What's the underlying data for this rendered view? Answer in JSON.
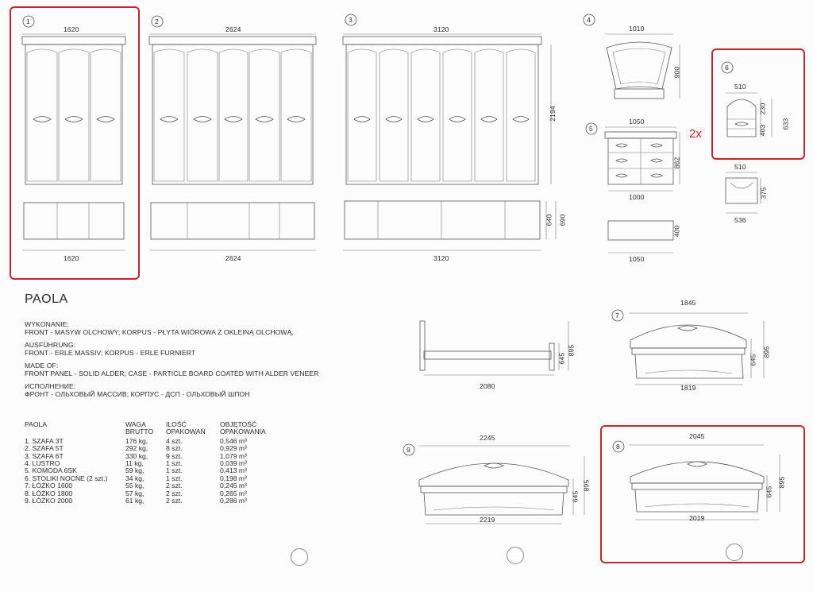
{
  "items": [
    {
      "num": "1",
      "width_top": "1620",
      "width_bottom": "1620"
    },
    {
      "num": "2",
      "width_top": "2624",
      "width_bottom": "2624"
    },
    {
      "num": "3",
      "width_top": "3120",
      "width_bottom": "3120",
      "height": "2194",
      "low_h1": "640",
      "low_h2": "690"
    },
    {
      "num": "4",
      "width": "1010",
      "height": "900"
    },
    {
      "num": "5",
      "width_top": "1050",
      "width_bottom": "1000",
      "height": "862",
      "low_width": "1050",
      "low_height": "400"
    },
    {
      "num": "6",
      "width": "510",
      "h1": "230",
      "h2": "403",
      "h3": "633",
      "qty": "2x",
      "low_width_top": "510",
      "low_width_bottom": "536",
      "low_height": "375"
    },
    {
      "num": "7",
      "width_top": "1845",
      "width_bottom": "1819",
      "h1": "645",
      "h2": "895"
    },
    {
      "num": "8",
      "width_top": "2045",
      "width_bottom": "2019",
      "h1": "645",
      "h2": "895"
    },
    {
      "num": "9",
      "width_top": "2245",
      "width_bottom": "2219",
      "h1": "645",
      "h2": "895"
    }
  ],
  "side_bed": {
    "width": "2080",
    "h1": "645",
    "h2": "895"
  },
  "highlight_color": "#c0272d",
  "title": "PAOLA",
  "descriptions": [
    {
      "label": "WYKONANIE:",
      "text": "FRONT - MASYW OLCHOWY; KORPUS - PŁYTA WIÓROWA Z OKLEINĄ OLCHOWĄ,"
    },
    {
      "label": "AUSFÜHRUNG:",
      "text": "FRONT - ERLE MASSIV; KORPUS - ERLE FURNIERT"
    },
    {
      "label": "MADE OF:",
      "text": "FRONT PANEL - SOLID ALDER; CASE - PARTICLE BOARD COATED WITH ALDER VENEER"
    },
    {
      "label": "ИСПОЛНЕНИЕ:",
      "text": "ФРОНТ - ОЛЬХОВЫЙ МАССИВ; КОРПУС - ДСП - ОЛЬХОВЫЙ ШПОН"
    }
  ],
  "table": {
    "headers": [
      [
        "PAOLA"
      ],
      [
        "WAGA",
        "BRUTTO"
      ],
      [
        "ILOŚĆ",
        "OPAKOWAŃ"
      ],
      [
        "OBJĘTOŚĆ",
        "OPAKOWANIA"
      ]
    ],
    "rows": [
      {
        "name": "1. SZAFA 3T",
        "weight": "176 kg,",
        "packs": "4 szt.",
        "volume": "0,546 m³"
      },
      {
        "name": "2. SZAFA 5T",
        "weight": "292 kg,",
        "packs": "8 szt.",
        "volume": "0,929 m³"
      },
      {
        "name": "3. SZAFA 6T",
        "weight": "330 kg,",
        "packs": "9 szt.",
        "volume": "1,079 m³"
      },
      {
        "name": "4. LUSTRO",
        "weight": "11 kg,",
        "packs": "1 szt.",
        "volume": "0,039 m³"
      },
      {
        "name": "5. KOMODA 6SK",
        "weight": "59 kg,",
        "packs": "1 szt.",
        "volume": "0,413 m³"
      },
      {
        "name": "6. STOLIKI NOCNE (2 szt.)",
        "weight": "34 kg,",
        "packs": "1 szt.",
        "volume": "0,198 m³"
      },
      {
        "name": "7. ŁÓŻKO 1600",
        "weight": "55 kg,",
        "packs": "2 szt.",
        "volume": "0,245 m³"
      },
      {
        "name": "8. ŁÓŻKO 1800",
        "weight": "57 kg,",
        "packs": "2 szt.",
        "volume": "0,265 m³"
      },
      {
        "name": "9. ŁÓŻKO 2000",
        "weight": "61 kg,",
        "packs": "2 szt.",
        "volume": "0,286 m³"
      }
    ]
  }
}
